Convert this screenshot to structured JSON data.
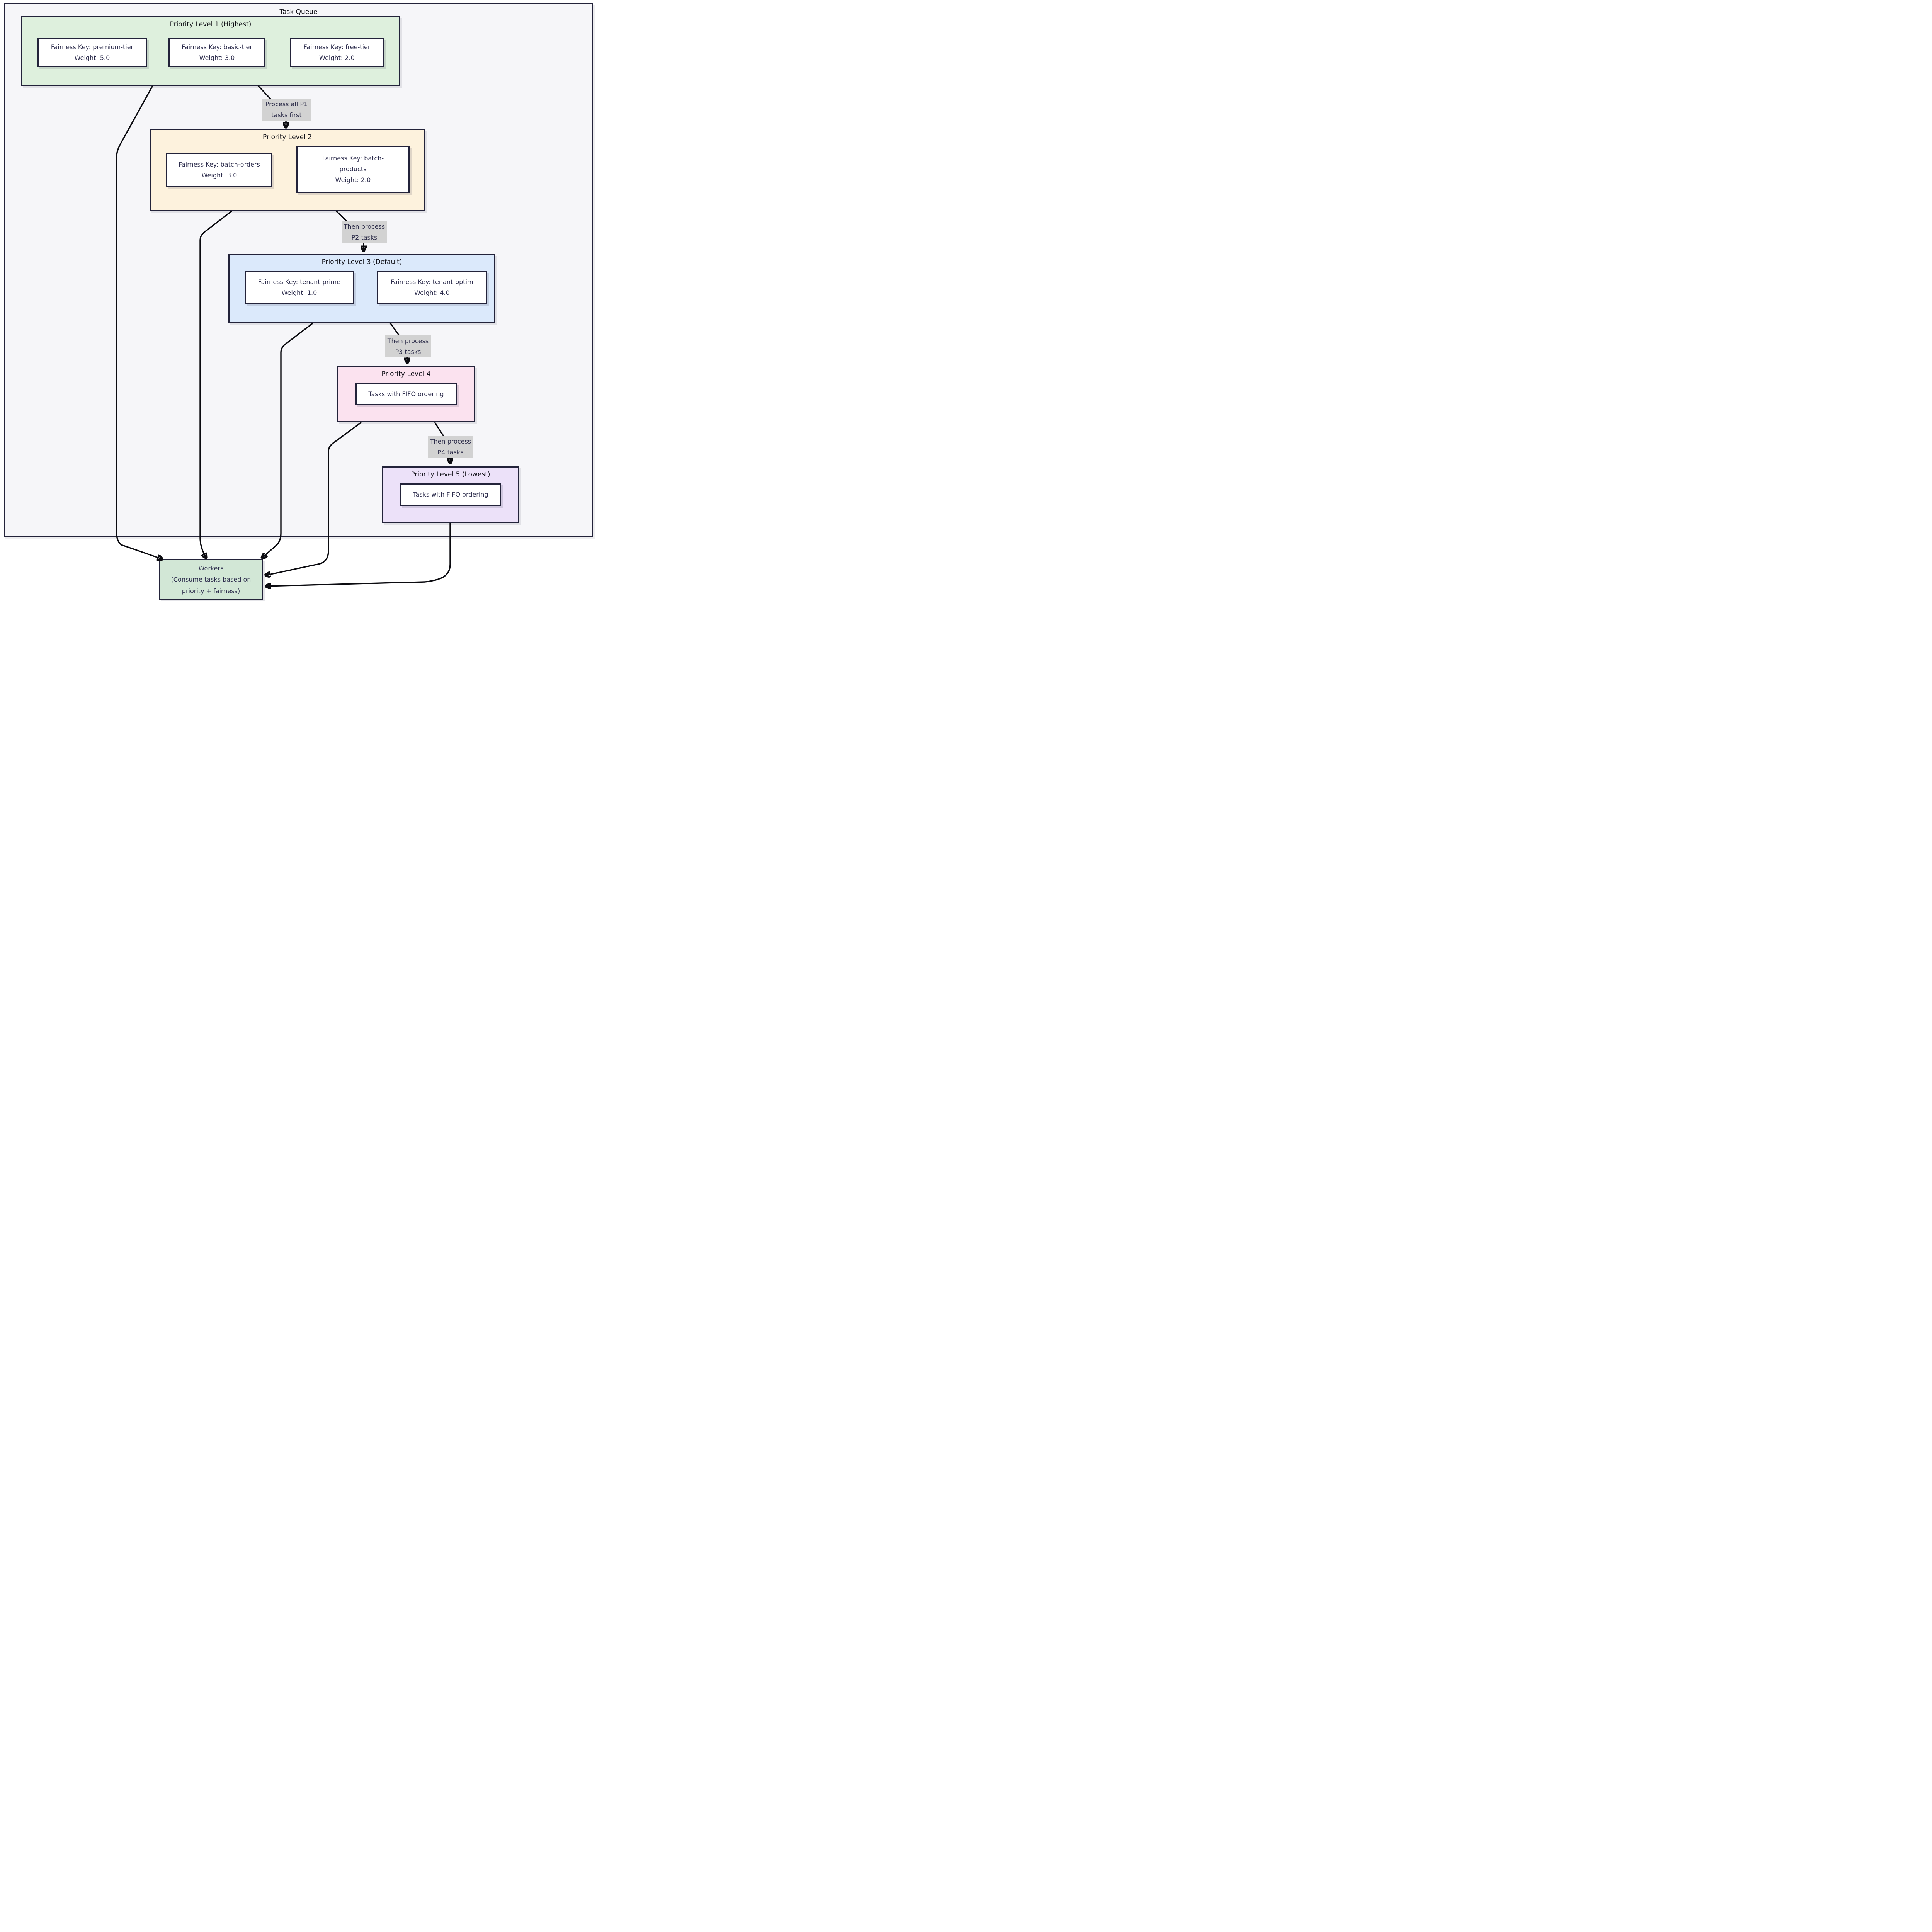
{
  "container": {
    "title": "Task Queue"
  },
  "groups": [
    {
      "title": "Priority Level 1 (Highest)",
      "fill": "#def0dd",
      "nodes": [
        {
          "lines": [
            "Fairness Key: premium-tier",
            "Weight: 5.0"
          ]
        },
        {
          "lines": [
            "Fairness Key: basic-tier",
            "Weight: 3.0"
          ]
        },
        {
          "lines": [
            "Fairness Key: free-tier",
            "Weight: 2.0"
          ]
        }
      ]
    },
    {
      "title": "Priority Level 2",
      "fill": "#fdf2dd",
      "nodes": [
        {
          "lines": [
            "Fairness Key: batch-orders",
            "Weight: 3.0"
          ]
        },
        {
          "lines": [
            "Fairness Key: batch-",
            "products",
            "Weight: 2.0"
          ]
        }
      ]
    },
    {
      "title": "Priority Level 3 (Default)",
      "fill": "#dbe9fb",
      "nodes": [
        {
          "lines": [
            "Fairness Key: tenant-prime",
            "Weight: 1.0"
          ]
        },
        {
          "lines": [
            "Fairness Key: tenant-optim",
            "Weight: 4.0"
          ]
        }
      ]
    },
    {
      "title": "Priority Level 4",
      "fill": "#fbe2ef",
      "nodes": [
        {
          "lines": [
            "Tasks with FIFO ordering"
          ]
        }
      ]
    },
    {
      "title": "Priority Level 5 (Lowest)",
      "fill": "#ece1f9",
      "nodes": [
        {
          "lines": [
            "Tasks with FIFO ordering"
          ]
        }
      ]
    }
  ],
  "edge_labels": [
    {
      "lines": [
        "Process all P1",
        "tasks first"
      ]
    },
    {
      "lines": [
        "Then process",
        "P2 tasks"
      ]
    },
    {
      "lines": [
        "Then process",
        "P3 tasks"
      ]
    },
    {
      "lines": [
        "Then process",
        "P4 tasks"
      ]
    }
  ],
  "workers": {
    "lines": [
      "Workers",
      "(Consume tasks based on",
      "priority + fairness)"
    ]
  },
  "colors": {
    "container_fill": "#f6f6f9",
    "border": "#23233a",
    "edge": "#0b0b10",
    "edge_label_bg": "#d2d2d2",
    "node_fill": "#ffffff",
    "workers_fill": "#d2e7d6",
    "text": "#2c2c4c",
    "title_text": "#0f0f16"
  }
}
